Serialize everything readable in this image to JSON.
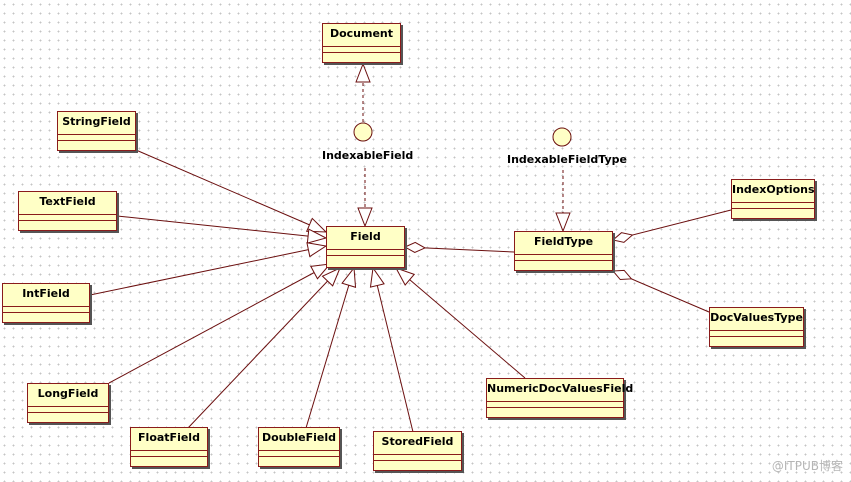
{
  "diagram": {
    "classes": {
      "document": "Document",
      "string_field": "StringField",
      "text_field": "TextField",
      "int_field": "IntField",
      "long_field": "LongField",
      "float_field": "FloatField",
      "double_field": "DoubleField",
      "stored_field": "StoredField",
      "numeric_doc_values_field": "NumericDocValuesField",
      "field": "Field",
      "field_type": "FieldType",
      "index_options": "IndexOptions",
      "doc_values_type": "DocValuesType"
    },
    "interfaces": {
      "indexable_field": "IndexableField",
      "indexable_field_type": "IndexableFieldType"
    }
  },
  "watermark": "@ITPUB博客",
  "colors": {
    "class_fill": "#ffffc6",
    "class_border": "#8a1b1b",
    "line": "#6b0f0f",
    "background": "#ffffff"
  }
}
